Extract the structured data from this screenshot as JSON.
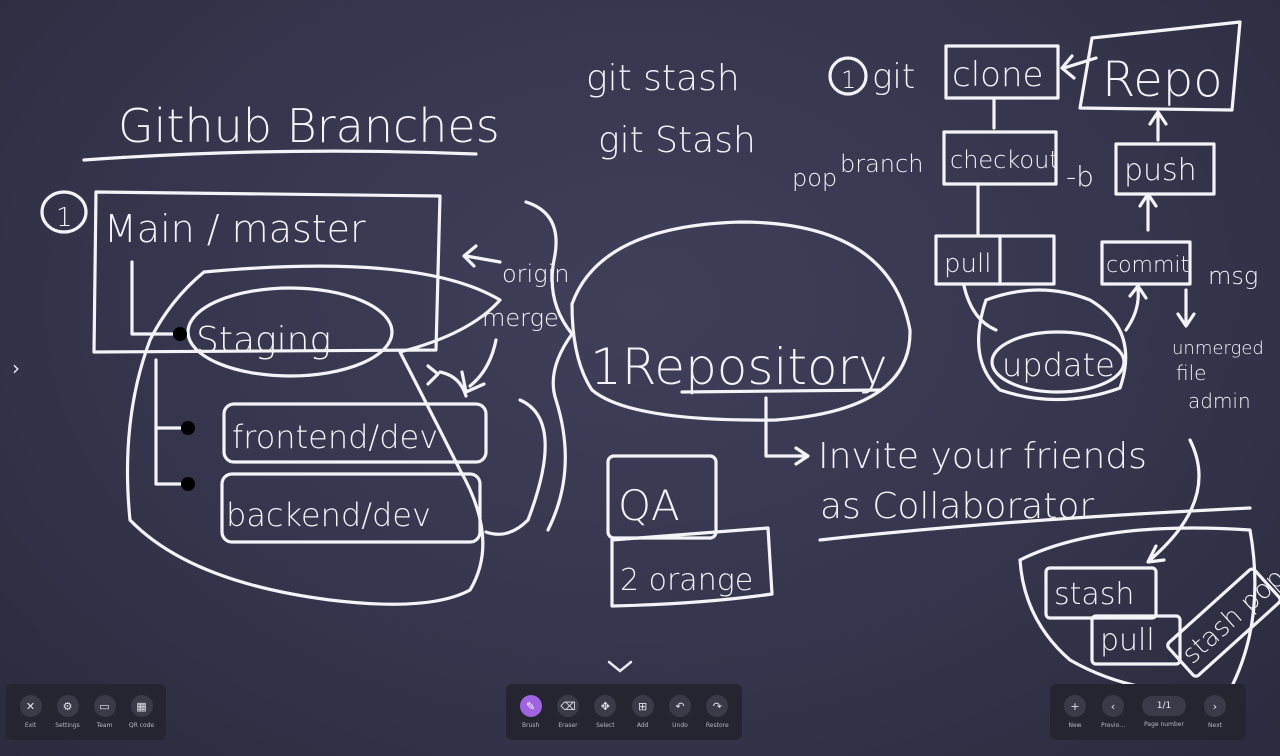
{
  "whiteboard": {
    "title": "Github Branches",
    "main_label": "Main / master",
    "branch_staging": "Staging",
    "branch_frontend": "frontend/dev",
    "branch_backend": "backend/dev",
    "circle_one": "1",
    "origin_label": "origin",
    "merge_label": "merge",
    "repository_label": "1Repository",
    "invite_line1": "Invite your friends",
    "invite_line2": "as Collaborator",
    "qa_label": "QA",
    "orange_label": "2 orange",
    "stash_line1": "git stash",
    "stash_line2": "git Stash",
    "pop_label": "pop",
    "flow_num": "1",
    "git_label": "git",
    "clone_label": "clone",
    "repo_label": "Repo",
    "branch_label": "branch",
    "checkout_label": "checkout",
    "dash_b_label": "-b",
    "push_label": "push",
    "pull_label": "pull",
    "commit_label": "commit",
    "message_label": "msg",
    "update_label": "update",
    "note_line1": "unmerged",
    "note_line2": "file",
    "note_line3": "admin",
    "stash_box": "stash",
    "pull_box": "pull",
    "stash_pop_box": "stash pop"
  },
  "toolbar_left": {
    "items": [
      {
        "label": "Exit",
        "icon": "close-icon"
      },
      {
        "label": "Settings",
        "icon": "settings-icon"
      },
      {
        "label": "Team",
        "icon": "team-icon"
      },
      {
        "label": "QR code",
        "icon": "qr-code-icon"
      }
    ]
  },
  "toolbar_center": {
    "items": [
      {
        "label": "Brush",
        "icon": "brush-icon",
        "active": true
      },
      {
        "label": "Eraser",
        "icon": "eraser-icon"
      },
      {
        "label": "Select",
        "icon": "select-icon"
      },
      {
        "label": "Add",
        "icon": "add-icon"
      },
      {
        "label": "Undo",
        "icon": "undo-icon"
      },
      {
        "label": "Restore",
        "icon": "redo-icon"
      }
    ]
  },
  "toolbar_right": {
    "new_label": "New",
    "previous_label": "Previo...",
    "page_number": "1/1",
    "page_number_label": "Page number",
    "next_label": "Next"
  },
  "colors": {
    "board": "#35354d",
    "ink": "#f4f4f8",
    "dock": "#252531",
    "active_tool": "#a064e0"
  }
}
